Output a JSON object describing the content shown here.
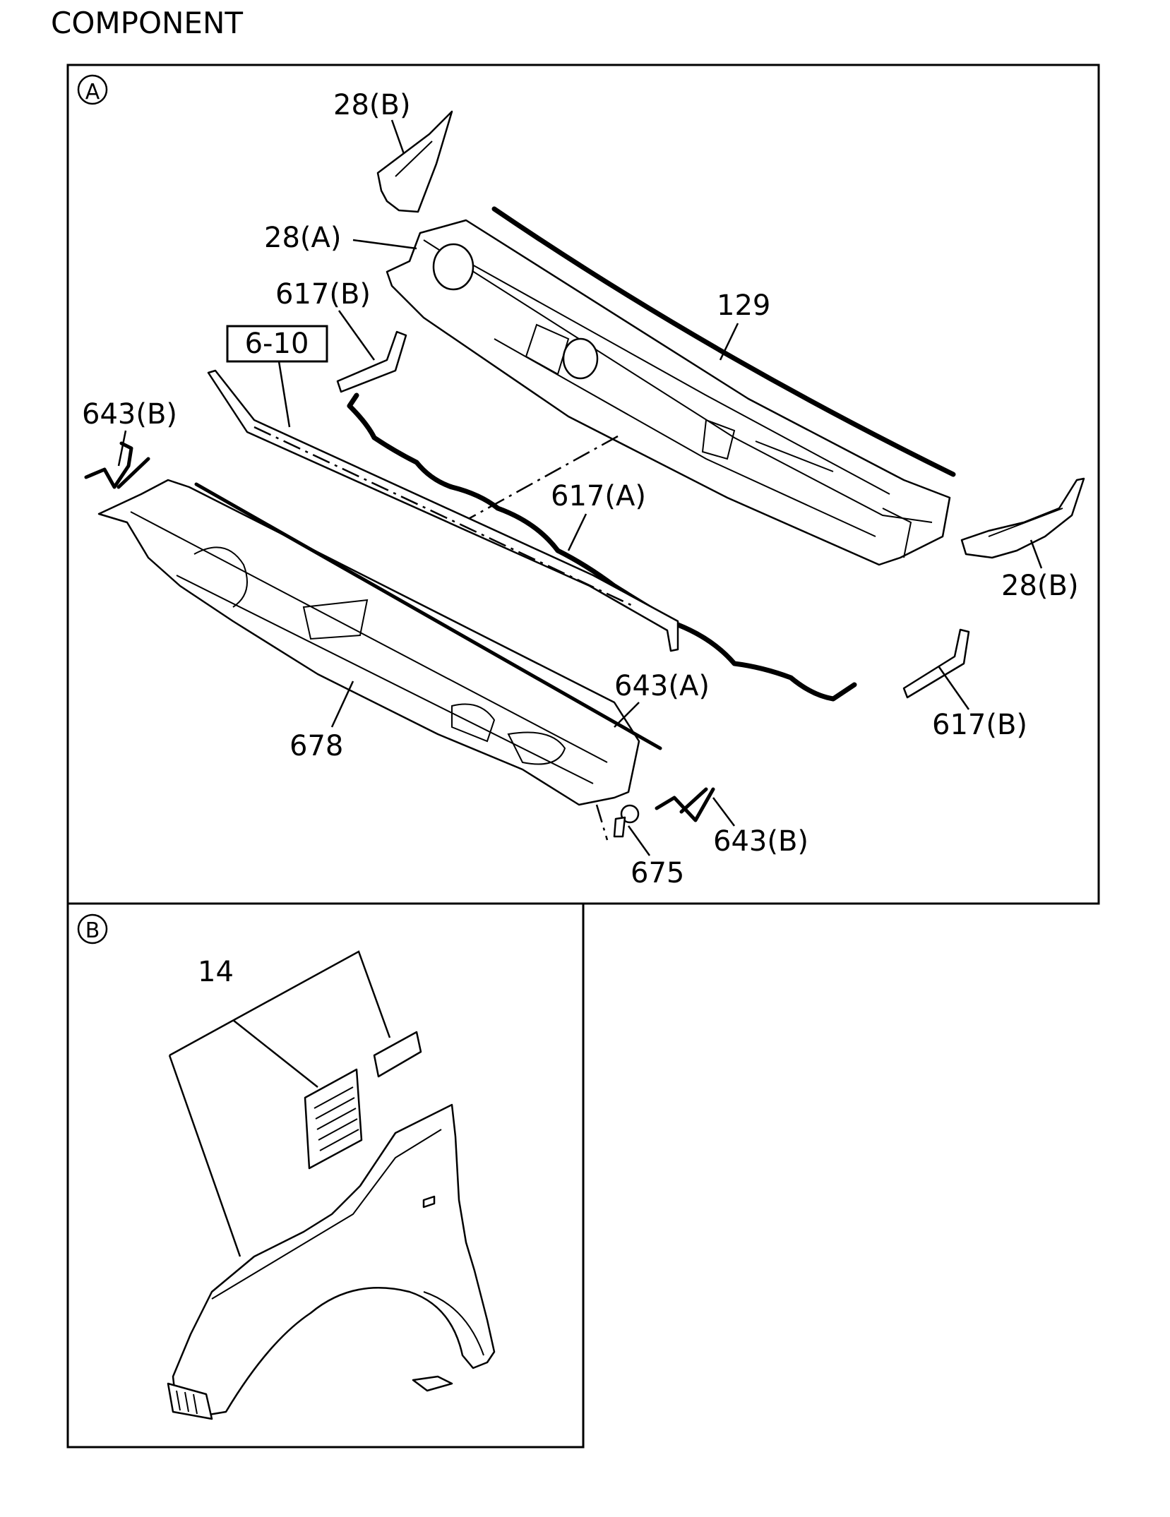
{
  "title": "COMPONENT",
  "panels": [
    {
      "marker": "A",
      "labels": {
        "l28b_top": "28(B)",
        "l28a": "28(A)",
        "l617b_left": "617(B)",
        "l6_10": "6-10",
        "l129": "129",
        "l643b_left": "643(B)",
        "l617a": "617(A)",
        "l28b_right": "28(B)",
        "l643a": "643(A)",
        "l678": "678",
        "l617b_right": "617(B)",
        "l643b_right": "643(B)",
        "l675": "675"
      }
    },
    {
      "marker": "B",
      "labels": {
        "l14": "14"
      }
    }
  ]
}
